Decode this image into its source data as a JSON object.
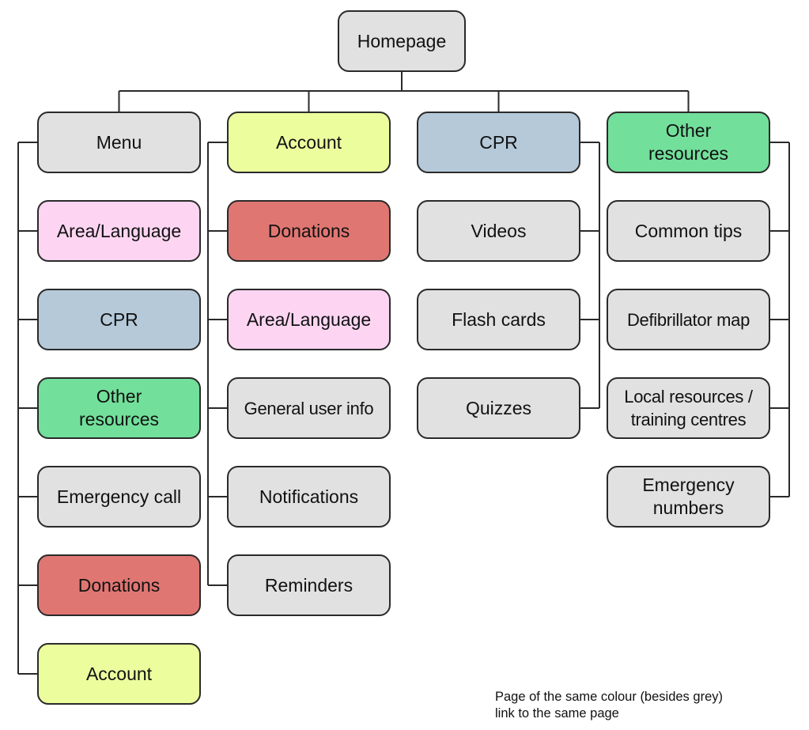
{
  "root": {
    "label": "Homepage",
    "color": "grey"
  },
  "columns": [
    {
      "header": {
        "label": "Menu",
        "color": "grey"
      },
      "connector_side": "left",
      "children": [
        {
          "label": "Area/Language",
          "color": "pink"
        },
        {
          "label": "CPR",
          "color": "blue"
        },
        {
          "label": "Other\nresources",
          "color": "green"
        },
        {
          "label": "Emergency call",
          "color": "grey"
        },
        {
          "label": "Donations",
          "color": "red"
        },
        {
          "label": "Account",
          "color": "yellow"
        }
      ]
    },
    {
      "header": {
        "label": "Account",
        "color": "yellow"
      },
      "connector_side": "left",
      "children": [
        {
          "label": "Donations",
          "color": "red"
        },
        {
          "label": "Area/Language",
          "color": "pink"
        },
        {
          "label": "General user info",
          "color": "grey"
        },
        {
          "label": "Notifications",
          "color": "grey"
        },
        {
          "label": "Reminders",
          "color": "grey"
        }
      ]
    },
    {
      "header": {
        "label": "CPR",
        "color": "blue"
      },
      "connector_side": "right",
      "children": [
        {
          "label": "Videos",
          "color": "grey"
        },
        {
          "label": "Flash cards",
          "color": "grey"
        },
        {
          "label": "Quizzes",
          "color": "grey"
        }
      ]
    },
    {
      "header": {
        "label": "Other\nresources",
        "color": "green"
      },
      "connector_side": "right",
      "children": [
        {
          "label": "Common tips",
          "color": "grey"
        },
        {
          "label": "Defibrillator map",
          "color": "grey"
        },
        {
          "label": "Local resources /\ntraining centres",
          "color": "grey"
        },
        {
          "label": "Emergency\nnumbers",
          "color": "grey"
        }
      ]
    }
  ],
  "colors": {
    "grey": "#e1e1e1",
    "pink": "#fdd5f2",
    "blue": "#b5c9d9",
    "green": "#72df9b",
    "red": "#e07672",
    "yellow": "#ecfd9e",
    "stroke": "#2a2a2a"
  },
  "note": "Page of the same colour (besides grey)\nlink to the same page"
}
